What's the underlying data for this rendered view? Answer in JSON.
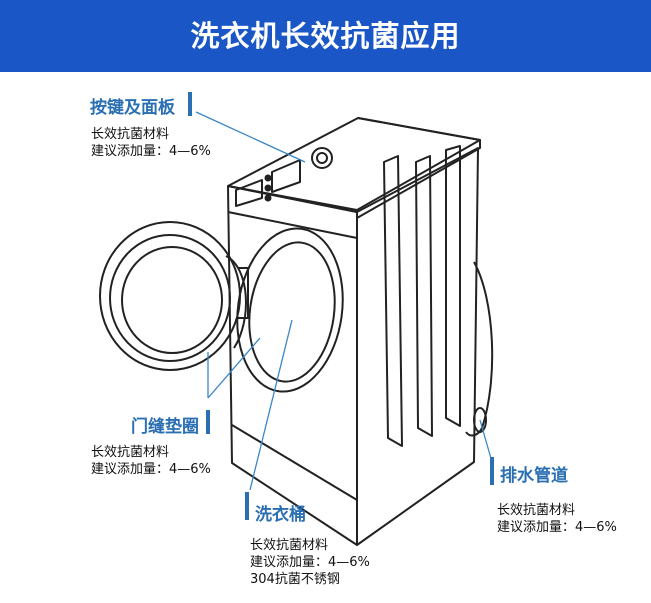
{
  "header": {
    "title": "洗衣机长效抗菌应用"
  },
  "colors": {
    "header_bg": "#1a56c6",
    "label": "#2b6fb3",
    "leader": "#3b86c8"
  },
  "callouts": {
    "panel": {
      "title": "按键及面板",
      "lines": [
        "长效抗菌材料",
        "建议添加量：4—6%"
      ]
    },
    "gasket": {
      "title": "门缝垫圈",
      "lines": [
        "长效抗菌材料",
        "建议添加量：4—6%"
      ]
    },
    "drum": {
      "title": "洗衣桶",
      "lines": [
        "长效抗菌材料",
        "建议添加量：4—6%",
        "304抗菌不锈钢"
      ]
    },
    "drain": {
      "title": "排水管道",
      "lines": [
        "长效抗菌材料",
        "建议添加量：4—6%"
      ]
    }
  }
}
